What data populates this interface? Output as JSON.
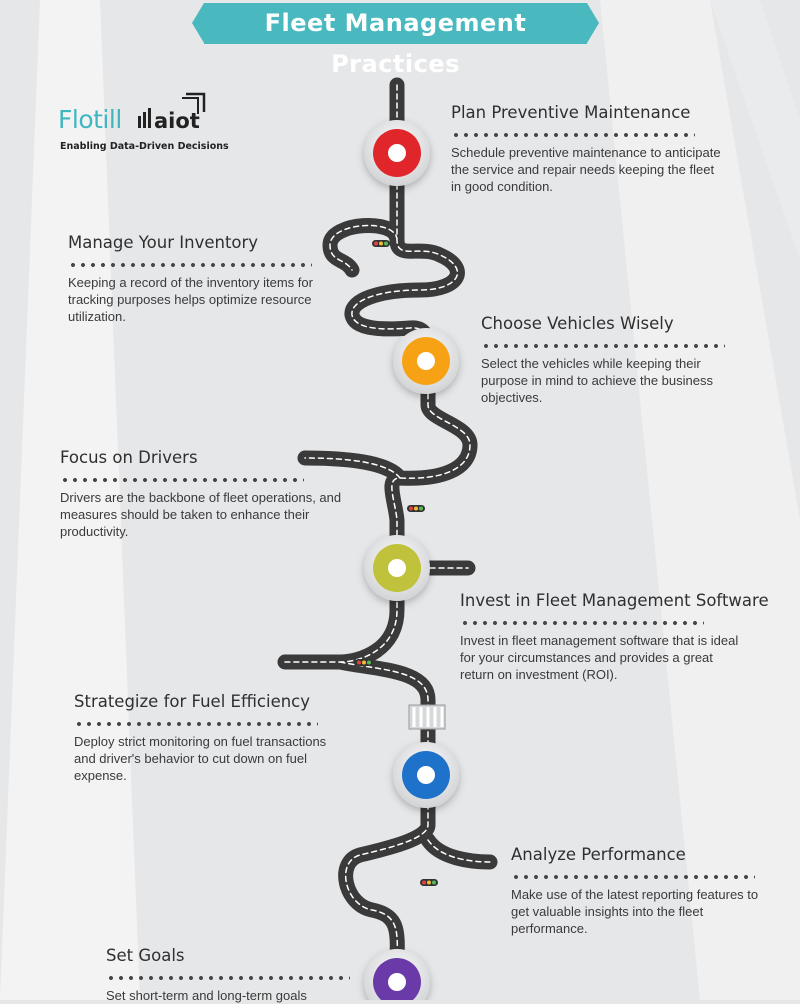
{
  "title": "Fleet Management Practices",
  "logo": {
    "name": "Flotilla iot",
    "tagline": "Enabling Data-Driven Decisions"
  },
  "colors": {
    "banner": "#49b9bf",
    "background": "#e6e7e9",
    "road": "#3a3a3a",
    "logo_teal": "#3fb6c0"
  },
  "steps": [
    {
      "title": "Plan Preventive Maintenance",
      "text": "Schedule preventive maintenance to anticipate the service and repair needs keeping the fleet in good condition.",
      "marker_color": "#e0262a"
    },
    {
      "title": "Manage Your Inventory",
      "text": "Keeping a record of the inventory items for tracking purposes helps optimize resource utilization.",
      "marker_color": ""
    },
    {
      "title": "Choose Vehicles Wisely",
      "text": "Select the vehicles while keeping their purpose in mind to achieve the business objectives.",
      "marker_color": "#f7a215"
    },
    {
      "title": "Focus on Drivers",
      "text": "Drivers are the backbone of fleet operations, and measures should be taken to enhance their productivity.",
      "marker_color": ""
    },
    {
      "title": "Invest in Fleet Management Software",
      "text": "Invest in fleet management software that is ideal for your circumstances and provides a great return on investment (ROI).",
      "marker_color": "#bfc23a"
    },
    {
      "title": "Strategize for Fuel Efficiency",
      "text": "Deploy strict monitoring on fuel transactions and driver's behavior to cut down on fuel expense.",
      "marker_color": "#1f72c9"
    },
    {
      "title": "Analyze Performance",
      "text": "Make use of the latest reporting features to get valuable insights into the fleet performance.",
      "marker_color": ""
    },
    {
      "title": "Set Goals",
      "text": "Set short-term and long-term goals",
      "marker_color": "#6a3aa9"
    }
  ]
}
